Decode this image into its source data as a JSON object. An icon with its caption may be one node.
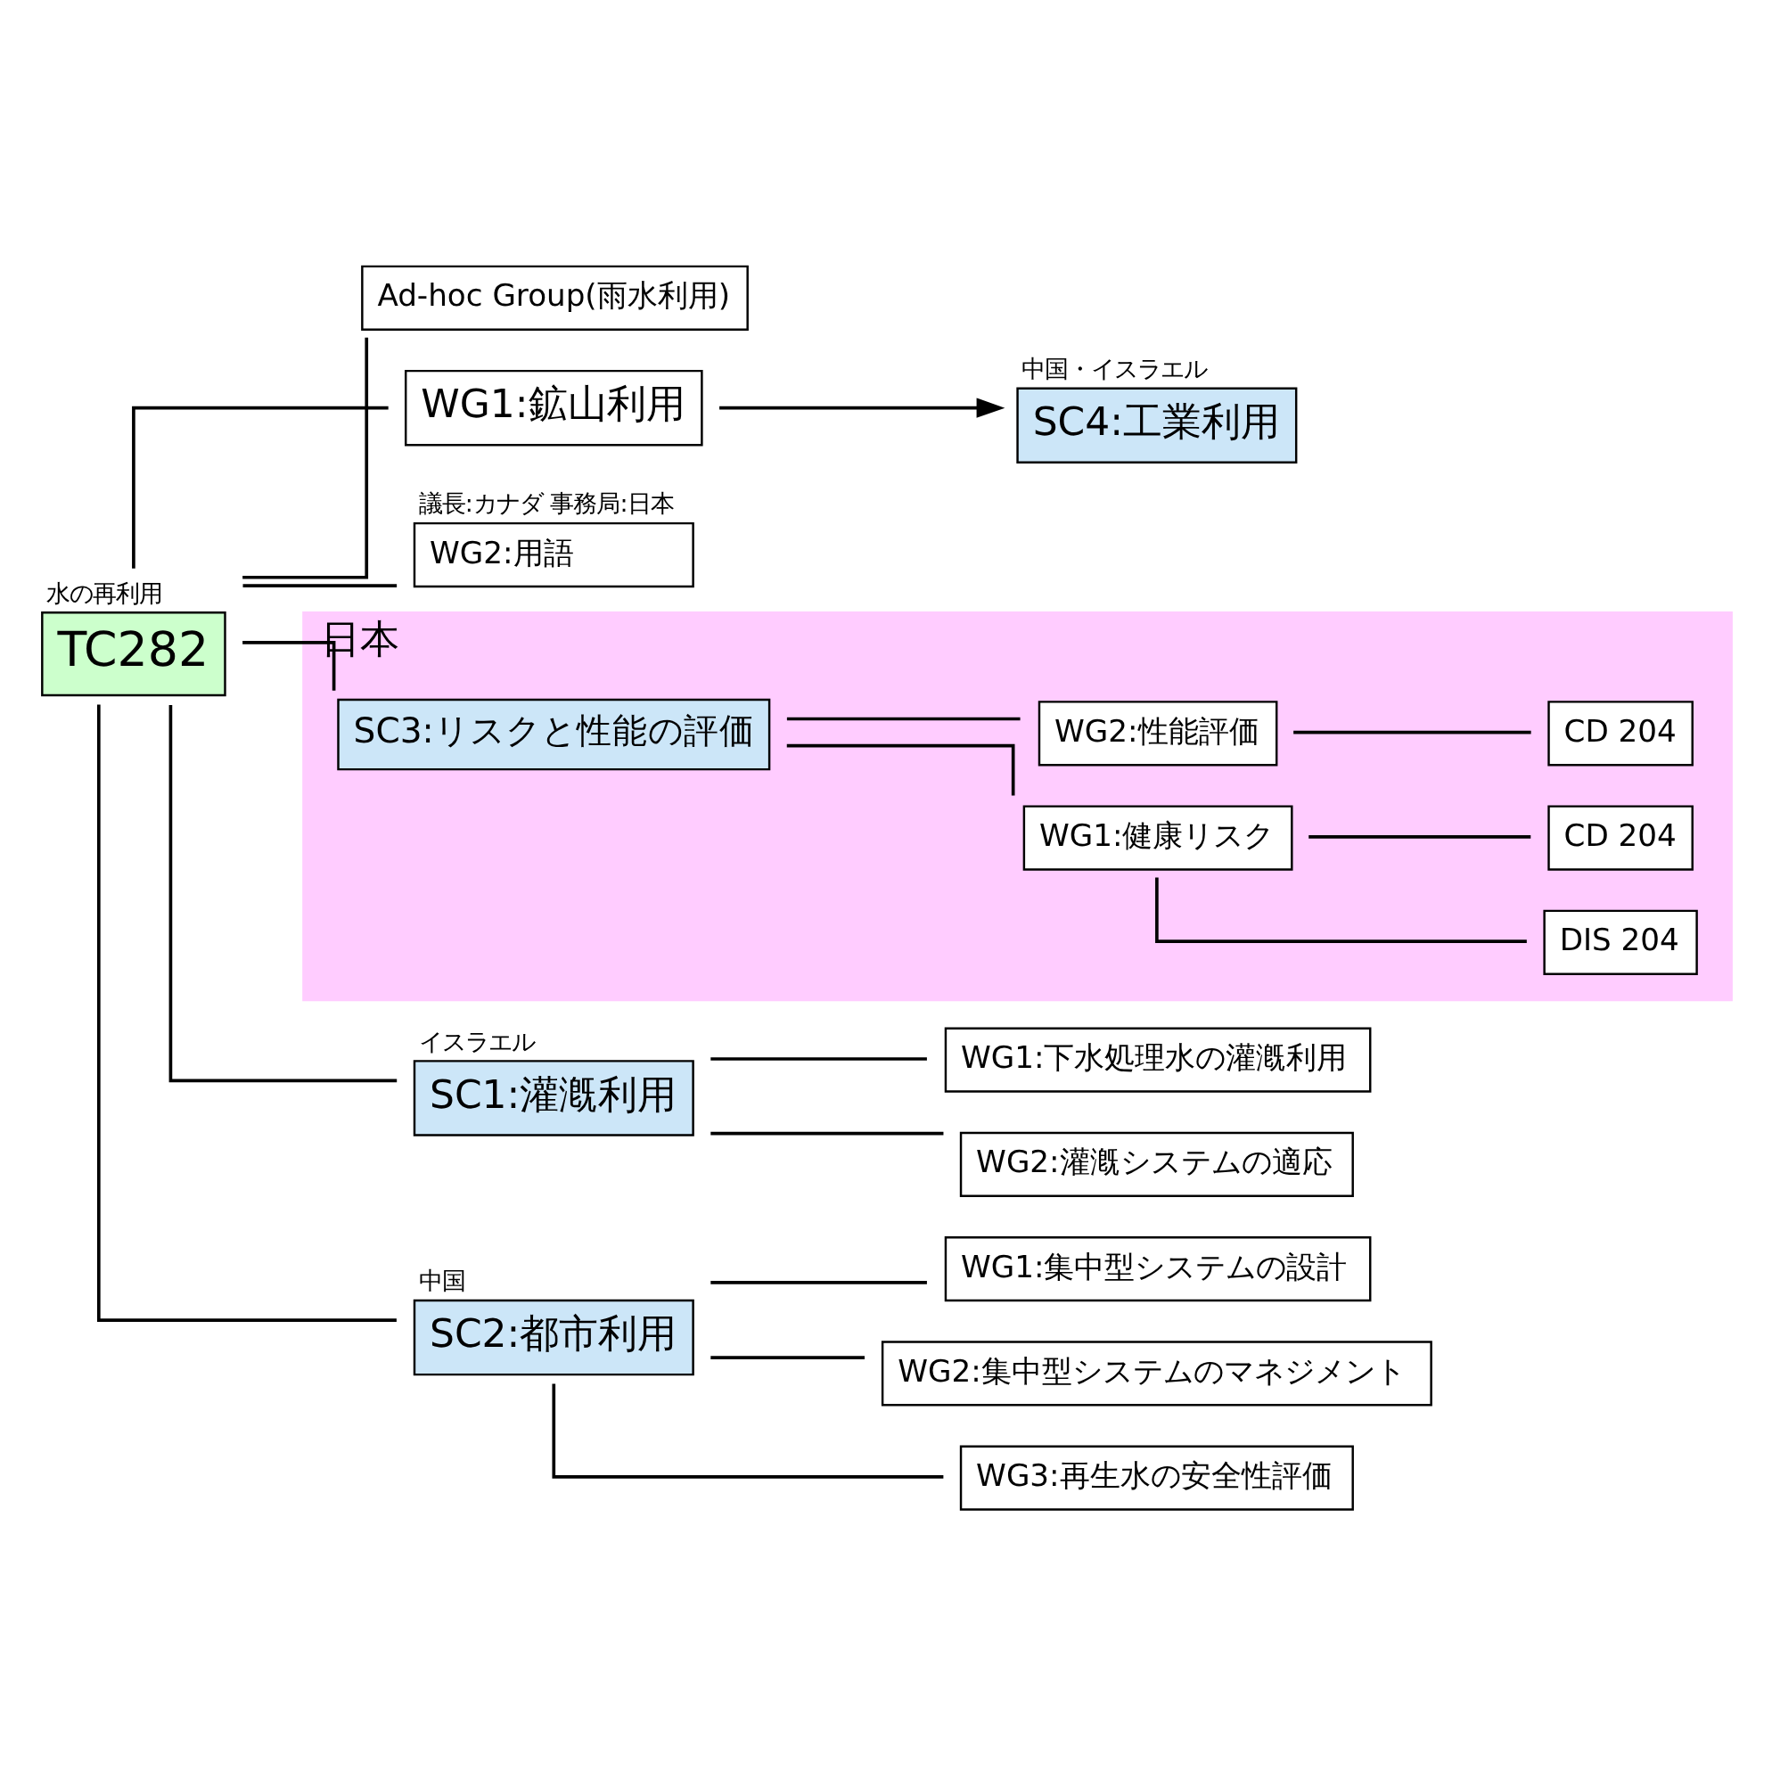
{
  "diagram": {
    "nodes": [
      {
        "text": [
          "TC282"
        ],
        "beside": [
          "水の再利用"
        ]
      },
      {
        "text": [
          "Ad-hoc Group(雨水利用)"
        ]
      },
      {
        "text": [
          "WG1:鉱山利用"
        ]
      },
      {
        "text": [
          "SC4:工業利用"
        ],
        "beside": [
          "中国・イスラエル"
        ]
      },
      {
        "text": [
          "WG2:用語"
        ],
        "beside": [
          "議長:カナダ 事務局:日本"
        ]
      },
      {
        "text": [
          "SC1:灌漑利用"
        ],
        "beside": [
          "イスラエル"
        ]
      },
      {
        "text": [
          "WG1:下水処理水の灌漑利用"
        ]
      },
      {
        "text": [
          "WG2:灌漑システムの適応"
        ]
      },
      {
        "text": [
          "SC2:都市利用"
        ],
        "beside": [
          "中国"
        ]
      },
      {
        "text": [
          "WG1:集中型システムの設計"
        ]
      },
      {
        "text": [
          "WG2:集中型システムのマネジメント"
        ]
      },
      {
        "text": [
          "WG3:再生水の安全性評価"
        ]
      },
      {
        "text": [
          "日本"
        ]
      },
      {
        "text": [
          "SC3:リスクと性能の評価"
        ],
        "in": 12
      },
      {
        "text": [
          "WG1:健康リスク"
        ],
        "in": 12
      },
      {
        "text": [
          "WG2:性能評価"
        ],
        "in": 12
      },
      {
        "text": [
          "DIS 204"
        ],
        "in": 12
      },
      {
        "text": [
          "CD 204"
        ],
        "in": 12
      },
      {
        "text": [
          "CD 204"
        ],
        "in": 12
      }
    ],
    "edges": [
      {
        "from": 0,
        "to": 1,
        "arrow": "none"
      },
      {
        "from": 0,
        "to": 2,
        "arrow": "none"
      },
      {
        "from": 2,
        "to": 3,
        "arrow": "to"
      },
      {
        "from": 0,
        "to": 4,
        "arrow": "none"
      },
      {
        "from": 0,
        "to": 5,
        "arrow": "none"
      },
      {
        "from": 5,
        "to": 6,
        "arrow": "none"
      },
      {
        "from": 5,
        "to": 7,
        "arrow": "none"
      },
      {
        "from": 0,
        "to": 8,
        "arrow": "none"
      },
      {
        "from": 8,
        "to": 9,
        "arrow": "none"
      },
      {
        "from": 8,
        "to": 10,
        "arrow": "none"
      },
      {
        "from": 8,
        "to": 11,
        "arrow": "none"
      },
      {
        "from": 0,
        "to": 13,
        "arrow": "none"
      },
      {
        "from": 13,
        "to": 14,
        "arrow": "none"
      },
      {
        "from": 13,
        "to": 15,
        "arrow": "none"
      },
      {
        "from": 14,
        "to": 16,
        "arrow": "none"
      },
      {
        "from": 14,
        "to": 17,
        "arrow": "none"
      },
      {
        "from": 15,
        "to": 18,
        "arrow": "none"
      }
    ]
  }
}
